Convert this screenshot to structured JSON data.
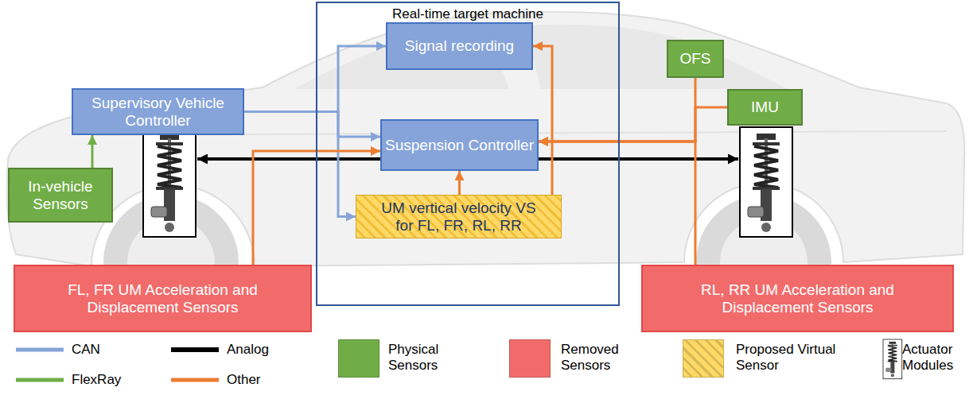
{
  "diagram": {
    "nodes": [
      {
        "text": [
          "Real-time target machine"
        ]
      },
      {
        "text": [
          "Signal recording"
        ],
        "in": 0
      },
      {
        "text": [
          "Suspension Controller"
        ],
        "in": 0
      },
      {
        "text": [
          "UM vertical velocity VS for FL, FR, RL, RR"
        ],
        "in": 0
      },
      {
        "text": [
          "Supervisory Vehicle Controller"
        ]
      },
      {
        "text": [
          "In-vehicle Sensors"
        ]
      },
      {
        "text": [
          "OFS"
        ]
      },
      {
        "text": [
          "IMU"
        ]
      },
      {
        "text": [
          "FL, FR UM Acceleration and Displacement Sensors"
        ]
      },
      {
        "text": [
          "RL, RR UM Acceleration and Displacement Sensors"
        ]
      }
    ],
    "edges": [
      {
        "from": 4,
        "to": 1,
        "arrow": "to"
      },
      {
        "from": 4,
        "to": 2,
        "arrow": "to"
      },
      {
        "from": 4,
        "to": 3,
        "arrow": "to"
      },
      {
        "from": 5,
        "to": 4,
        "arrow": "to"
      },
      {
        "from": 8,
        "to": 2,
        "arrow": "to"
      },
      {
        "from": 3,
        "to": 2,
        "arrow": "to"
      },
      {
        "from": 3,
        "to": 1,
        "arrow": "to"
      },
      {
        "from": 6,
        "to": 2,
        "arrow": "to"
      },
      {
        "from": 7,
        "to": 2,
        "arrow": "to"
      },
      {
        "from": 9,
        "to": 2,
        "arrow": "to"
      }
    ],
    "legend": [
      {
        "text": "CAN"
      },
      {
        "text": "FlexRay"
      },
      {
        "text": "Analog"
      },
      {
        "text": "Other"
      },
      {
        "text": "Physical Sensors",
        "color": "#70ad47"
      },
      {
        "text": "Removed Sensors",
        "color": "#f26b6b"
      },
      {
        "text": "Proposed Virtual Sensor",
        "color": "#ffd966"
      },
      {
        "text": "Actuator Modules"
      }
    ]
  }
}
